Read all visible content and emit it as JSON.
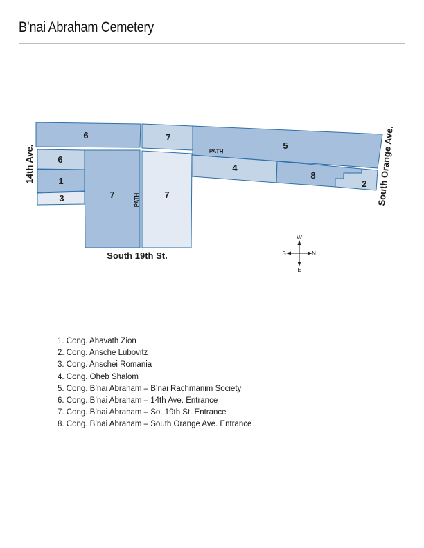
{
  "title": "B’nai Abraham Cemetery",
  "map": {
    "colors": {
      "dark": "#a6bfdc",
      "medium": "#c5d5e8",
      "light": "#e3eaf4",
      "stroke": "#2e6fa8"
    },
    "plots": {
      "p6_top": "6",
      "p6_left": "6",
      "p1": "1",
      "p3": "3",
      "p7_dark": "7",
      "p7_light": "7",
      "p7_top": "7",
      "p5": "5",
      "p4": "4",
      "p8": "8",
      "p2": "2"
    },
    "streets": {
      "west": "14th Ave.",
      "south": "South 19th St.",
      "east": "South Orange Ave."
    },
    "paths": {
      "horizontal": "PATH",
      "vertical": "PATH"
    },
    "compass": {
      "north": "N",
      "south": "S",
      "east": "E",
      "west": "W"
    }
  },
  "legend": [
    "1.  Cong. Ahavath Zion",
    "2. Cong. Ansche Lubovitz",
    "3. Cong. Anschei Romania",
    "4. Cong. Oheb Shalom",
    "5. Cong. B’nai Abraham – B’nai Rachmanim Society",
    "6. Cong. B’nai Abraham – 14th Ave. Entrance",
    "7. Cong. B’nai Abraham – So. 19th St. Entrance",
    "8. Cong. B’nai Abraham – South Orange Ave. Entrance"
  ]
}
